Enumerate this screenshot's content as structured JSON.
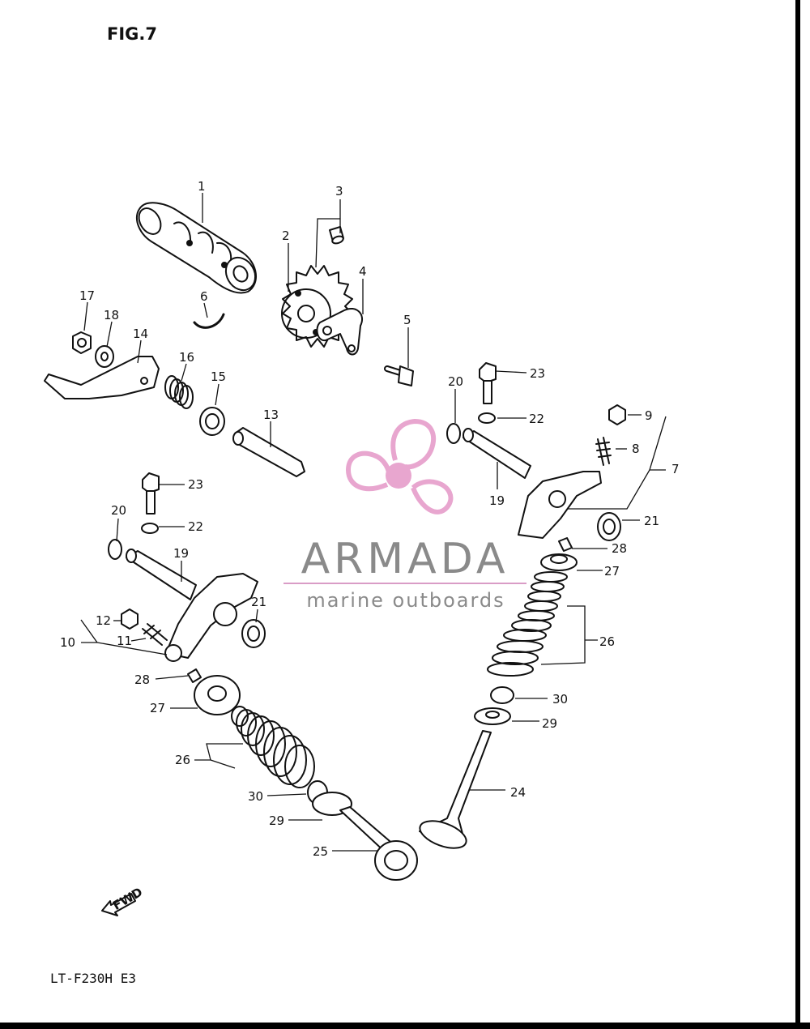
{
  "figure_title": "FIG.7",
  "model_label": "LT-F230H  E3",
  "fwd_label": "FWD",
  "watermark": {
    "brand": "ARMADA",
    "tagline": "marine outboards",
    "accent_color": "#e8a6cf",
    "text_color": "#8a8a8a"
  },
  "callouts": [
    {
      "num": "1",
      "part": "camshaft"
    },
    {
      "num": "2",
      "part": "cam-sprocket"
    },
    {
      "num": "3",
      "part": "pin"
    },
    {
      "num": "4",
      "part": "bracket"
    },
    {
      "num": "5",
      "part": "bolt"
    },
    {
      "num": "6",
      "part": "circlip"
    },
    {
      "num": "7",
      "part": "rocker-arm-assembly"
    },
    {
      "num": "8",
      "part": "adjusting-screw"
    },
    {
      "num": "9",
      "part": "nut"
    },
    {
      "num": "10",
      "part": "rocker-arm-assembly"
    },
    {
      "num": "11",
      "part": "adjusting-screw"
    },
    {
      "num": "12",
      "part": "nut"
    },
    {
      "num": "13",
      "part": "shaft"
    },
    {
      "num": "14",
      "part": "lever"
    },
    {
      "num": "15",
      "part": "oil-seal"
    },
    {
      "num": "16",
      "part": "spring"
    },
    {
      "num": "17",
      "part": "nut"
    },
    {
      "num": "18",
      "part": "washer"
    },
    {
      "num": "19",
      "part": "rocker-shaft"
    },
    {
      "num": "19",
      "part": "rocker-shaft"
    },
    {
      "num": "20",
      "part": "o-ring"
    },
    {
      "num": "20",
      "part": "o-ring"
    },
    {
      "num": "21",
      "part": "washer"
    },
    {
      "num": "21",
      "part": "washer"
    },
    {
      "num": "22",
      "part": "washer"
    },
    {
      "num": "22",
      "part": "washer"
    },
    {
      "num": "23",
      "part": "bolt"
    },
    {
      "num": "23",
      "part": "bolt"
    },
    {
      "num": "24",
      "part": "valve"
    },
    {
      "num": "25",
      "part": "valve"
    },
    {
      "num": "26",
      "part": "valve-springs"
    },
    {
      "num": "26",
      "part": "valve-springs"
    },
    {
      "num": "27",
      "part": "spring-retainer"
    },
    {
      "num": "27",
      "part": "spring-retainer"
    },
    {
      "num": "28",
      "part": "cotter"
    },
    {
      "num": "28",
      "part": "cotter"
    },
    {
      "num": "29",
      "part": "spring-seat"
    },
    {
      "num": "29",
      "part": "spring-seat"
    },
    {
      "num": "30",
      "part": "oil-seal"
    },
    {
      "num": "30",
      "part": "oil-seal"
    }
  ]
}
